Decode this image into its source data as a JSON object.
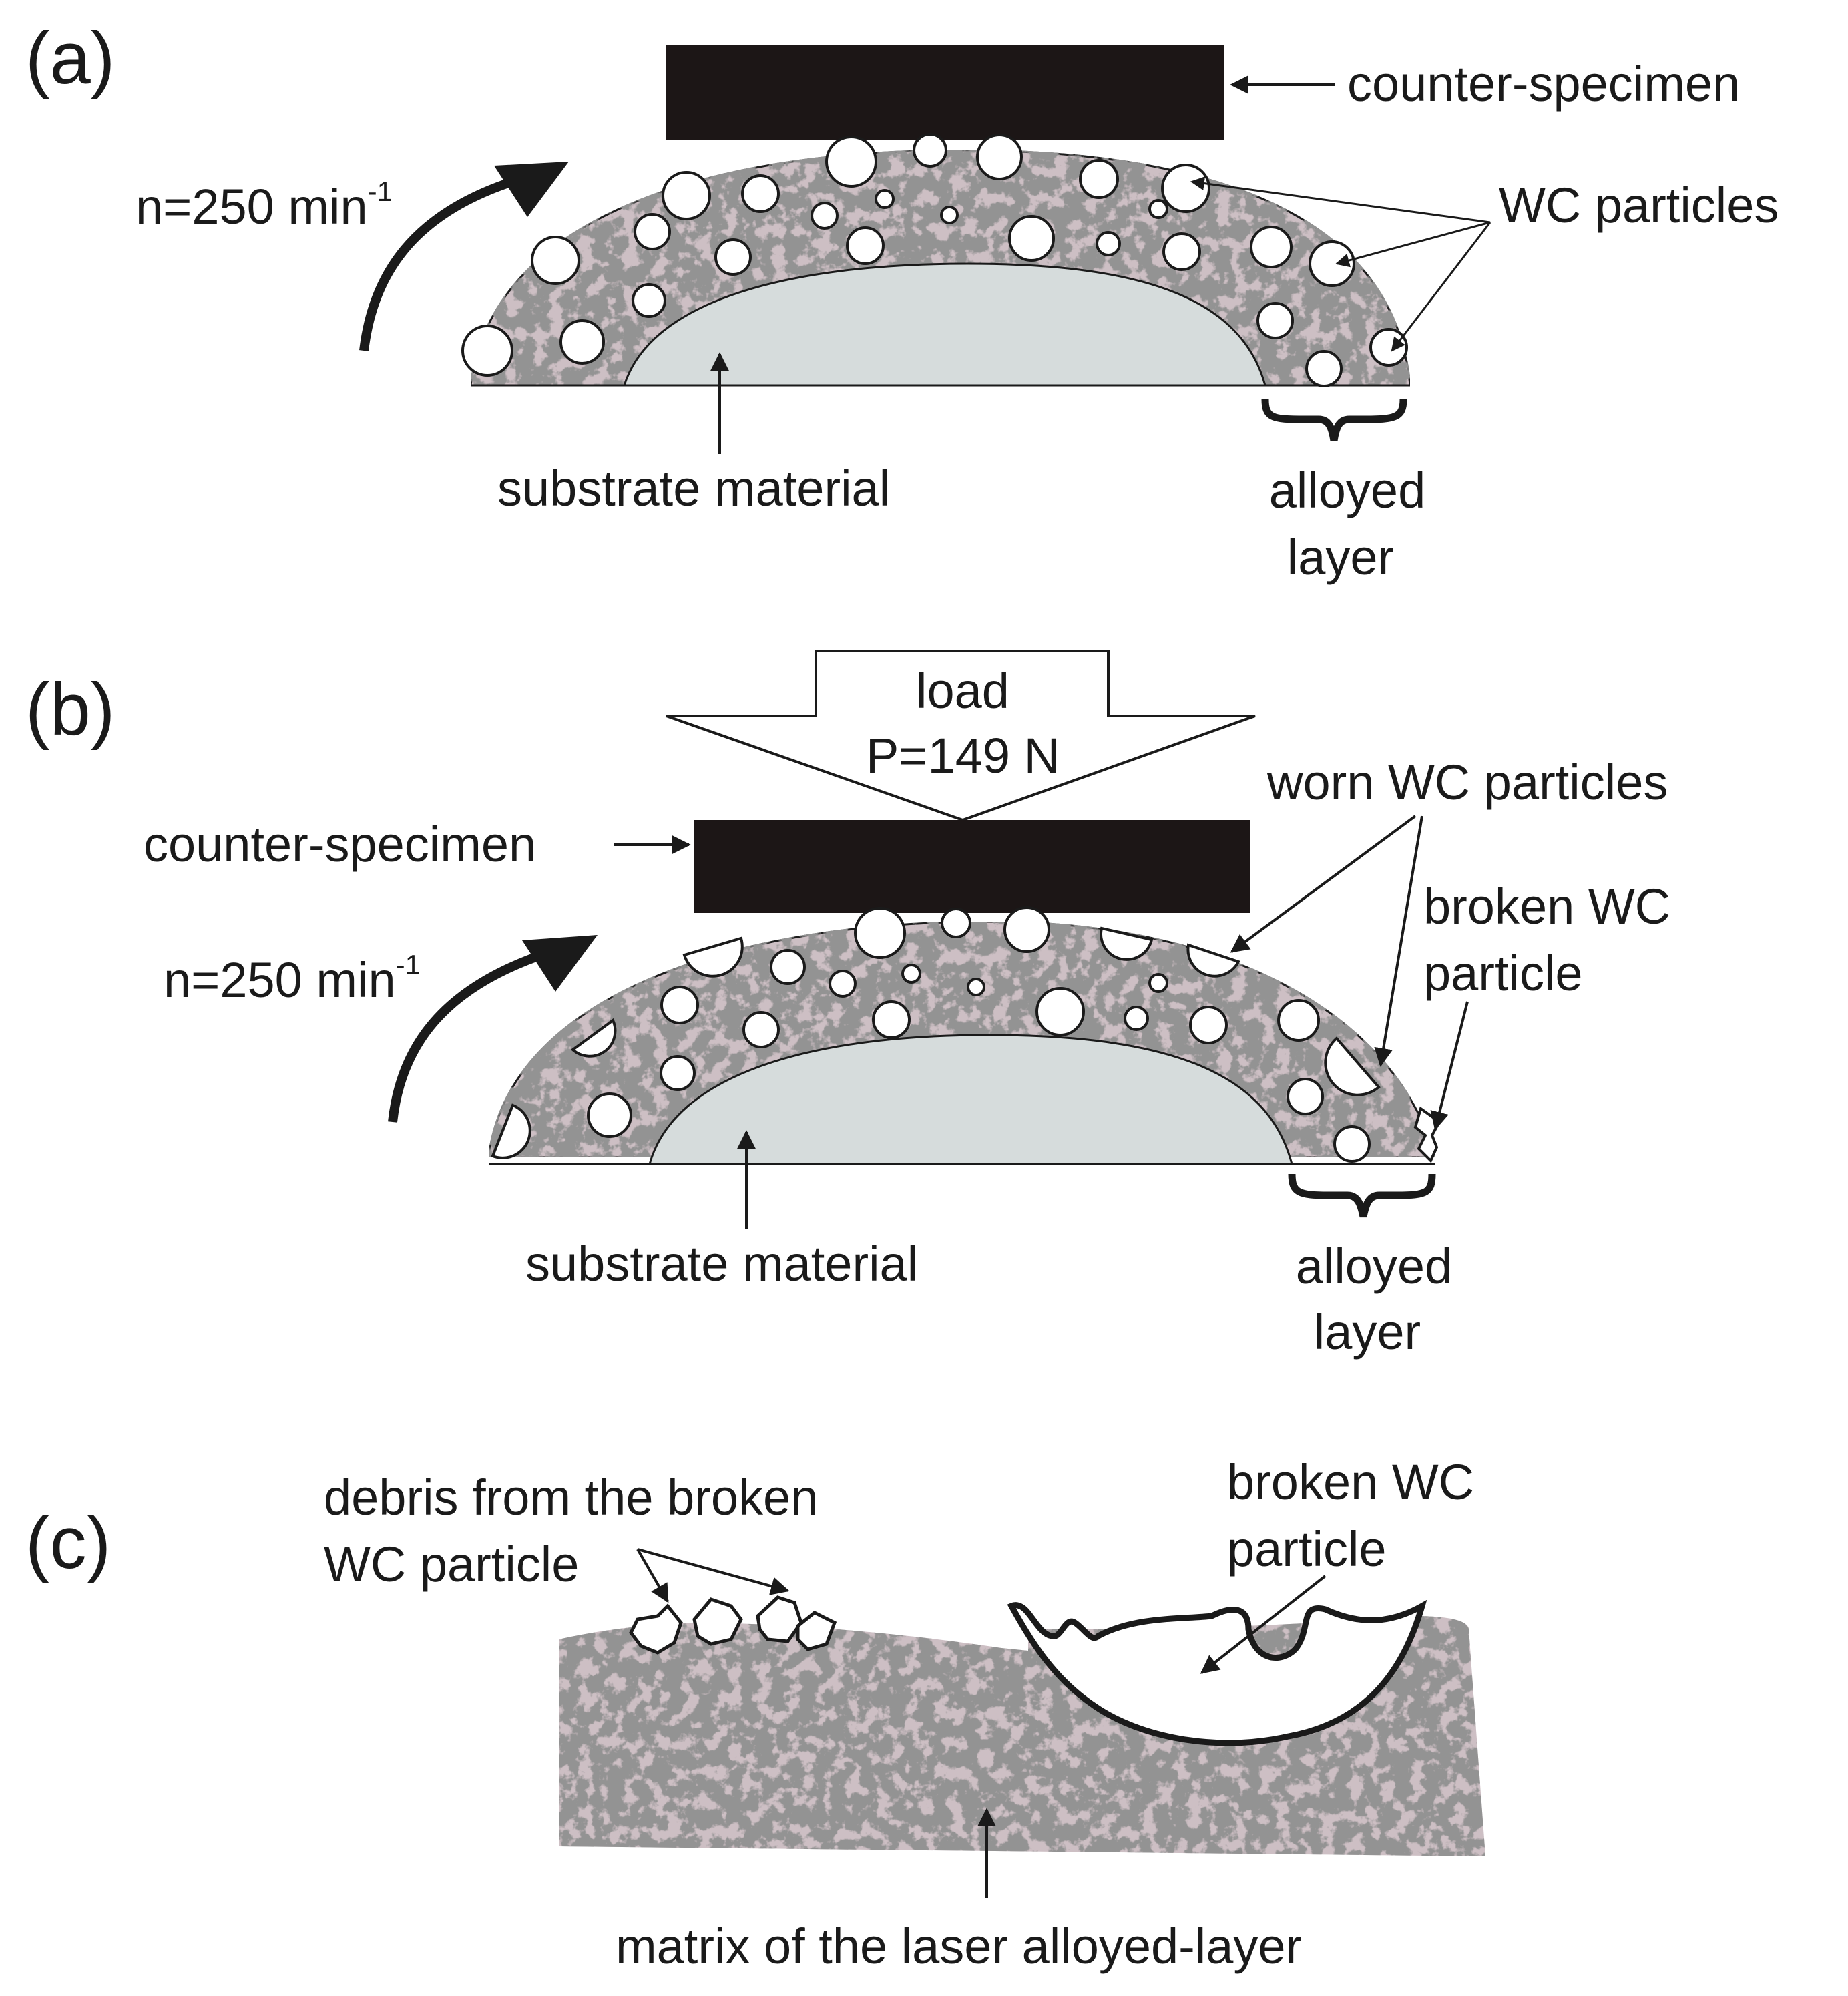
{
  "panels": [
    {
      "letter": "(a)",
      "speed": "n=250 min",
      "speed_exp": "-1",
      "counter": "counter-specimen",
      "wc": "WC particles",
      "substrate": "substrate material",
      "alloyed_1": "alloyed",
      "alloyed_2": "layer"
    },
    {
      "letter": "(b)",
      "load_1": "load",
      "load_2": "P=149 N",
      "counter": "counter-specimen",
      "worn": "worn WC particles",
      "broken_1": "broken WC",
      "broken_2": "particle",
      "speed": "n=250 min",
      "speed_exp": "-1",
      "substrate": "substrate material",
      "alloyed_1": "alloyed",
      "alloyed_2": "layer"
    },
    {
      "letter": "(c)",
      "debris_1": "debris from the broken",
      "debris_2": "WC particle",
      "broken_1": "broken WC",
      "broken_2": "particle",
      "matrix": "matrix of the laser alloyed-layer"
    }
  ],
  "colors": {
    "matrix_light": "#cdbfc4",
    "matrix_dark": "#4a4a4a",
    "substrate": "#d6dcdc",
    "block": "#1c1616",
    "outline": "#1a1a1a"
  }
}
